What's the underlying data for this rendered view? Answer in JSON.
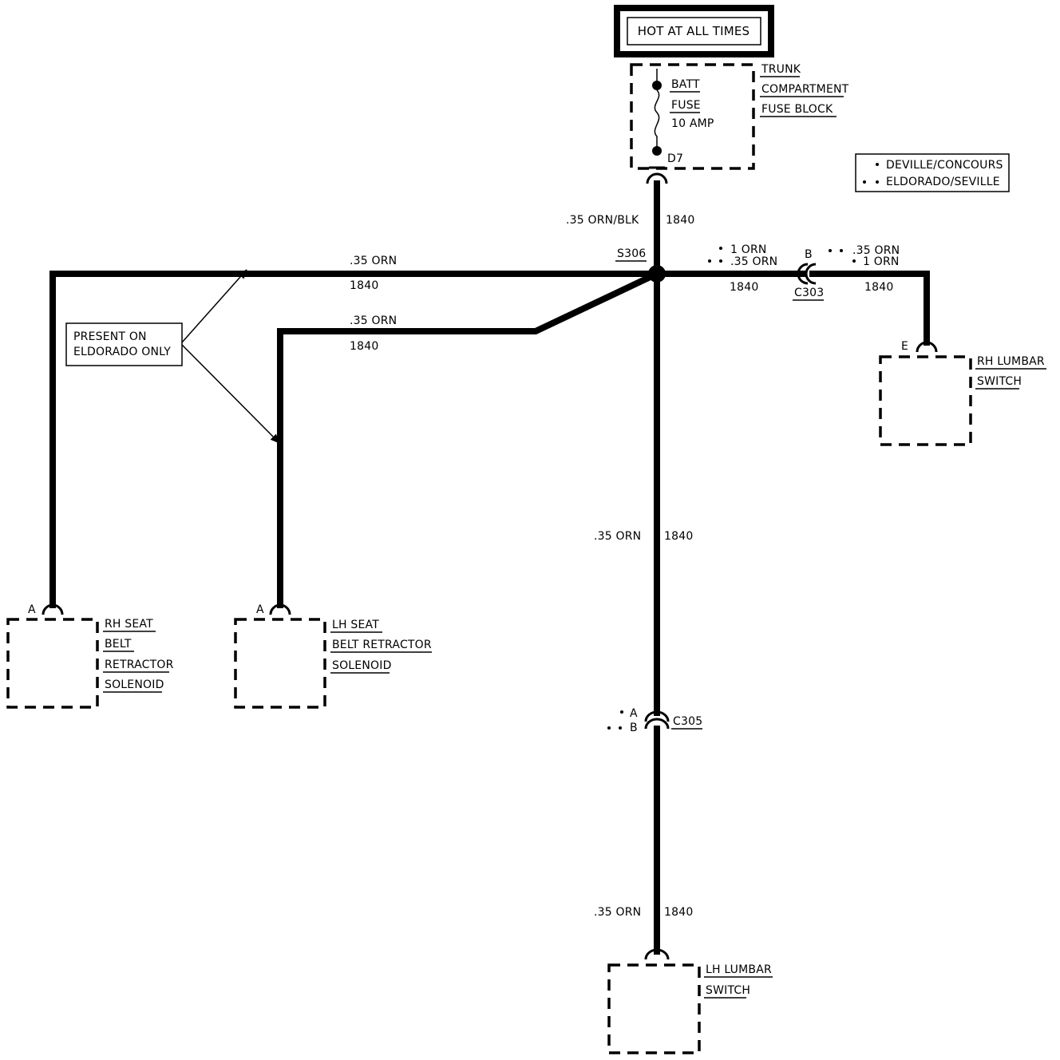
{
  "header": {
    "label": "HOT AT ALL TIMES"
  },
  "fuse_block": {
    "title_lines": [
      "TRUNK",
      "COMPARTMENT",
      "FUSE BLOCK"
    ],
    "batt": "BATT",
    "fuse": "FUSE",
    "rating": "10 AMP",
    "terminal": "D7"
  },
  "legend": {
    "single": "DEVILLE/CONCOURS",
    "double": "ELDORADO/SEVILLE"
  },
  "splice": {
    "label": "S306"
  },
  "wires": {
    "feed": {
      "gauge": ".35 ORN/BLK",
      "circuit": "1840"
    },
    "rh_belt": {
      "gauge": ".35 ORN",
      "circuit": "1840"
    },
    "lh_belt": {
      "gauge": ".35 ORN",
      "circuit": "1840"
    },
    "rh_lumbar_left_a": "1 ORN",
    "rh_lumbar_left_b": ".35 ORN",
    "rh_lumbar_left_circuit": "1840",
    "rh_lumbar_right_a": ".35 ORN",
    "rh_lumbar_right_b": "1 ORN",
    "rh_lumbar_right_circuit": "1840",
    "lh_lumbar_upper": {
      "gauge": ".35 ORN",
      "circuit": "1840"
    },
    "lh_lumbar_lower": {
      "gauge": ".35 ORN",
      "circuit": "1840"
    }
  },
  "connectors": {
    "c303": {
      "name": "C303",
      "pin": "B"
    },
    "c305": {
      "name": "C305",
      "pin_a": "A",
      "pin_b": "B"
    }
  },
  "note": {
    "lines": [
      "PRESENT ON",
      "ELDORADO ONLY"
    ]
  },
  "components": {
    "rh_lumbar": {
      "pin": "E",
      "lines": [
        "RH LUMBAR",
        "SWITCH"
      ]
    },
    "rh_belt": {
      "pin": "A",
      "lines": [
        "RH SEAT",
        "BELT",
        "RETRACTOR",
        "SOLENOID"
      ]
    },
    "lh_belt": {
      "pin": "A",
      "lines": [
        "LH SEAT",
        "BELT RETRACTOR",
        "SOLENOID"
      ]
    },
    "lh_lumbar": {
      "lines": [
        "LH LUMBAR",
        "SWITCH"
      ]
    }
  }
}
